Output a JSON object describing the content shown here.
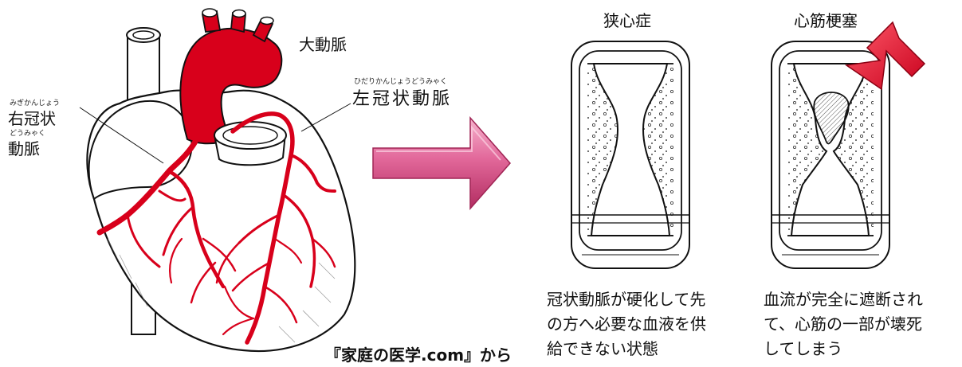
{
  "heart": {
    "aorta_label": "大動脈",
    "left_coronary_ruby": "ひだりかんじょうどうみゃく",
    "left_coronary_label": "左冠状動脈",
    "right_coronary_ruby_1": "みぎかんじょう",
    "right_coronary_label_1": "右冠状",
    "right_coronary_ruby_2": "どうみゃく",
    "right_coronary_label_2": "動脈"
  },
  "source": "『家庭の医学.com』から",
  "angina": {
    "title": "狭心症",
    "caption_lines": [
      "冠状動脈が硬化して先",
      "の方へ必要な血液を供",
      "給できない状態"
    ]
  },
  "infarction": {
    "title": "心筋梗塞",
    "caption_lines": [
      "血流が完全に遮断され",
      "て、心筋の一部が壊死",
      "してしまう"
    ]
  },
  "colors": {
    "artery": "#d8001b",
    "arrow": "#e0608a",
    "arrow_dark": "#b02858",
    "red_arrow": "#e2142e"
  }
}
